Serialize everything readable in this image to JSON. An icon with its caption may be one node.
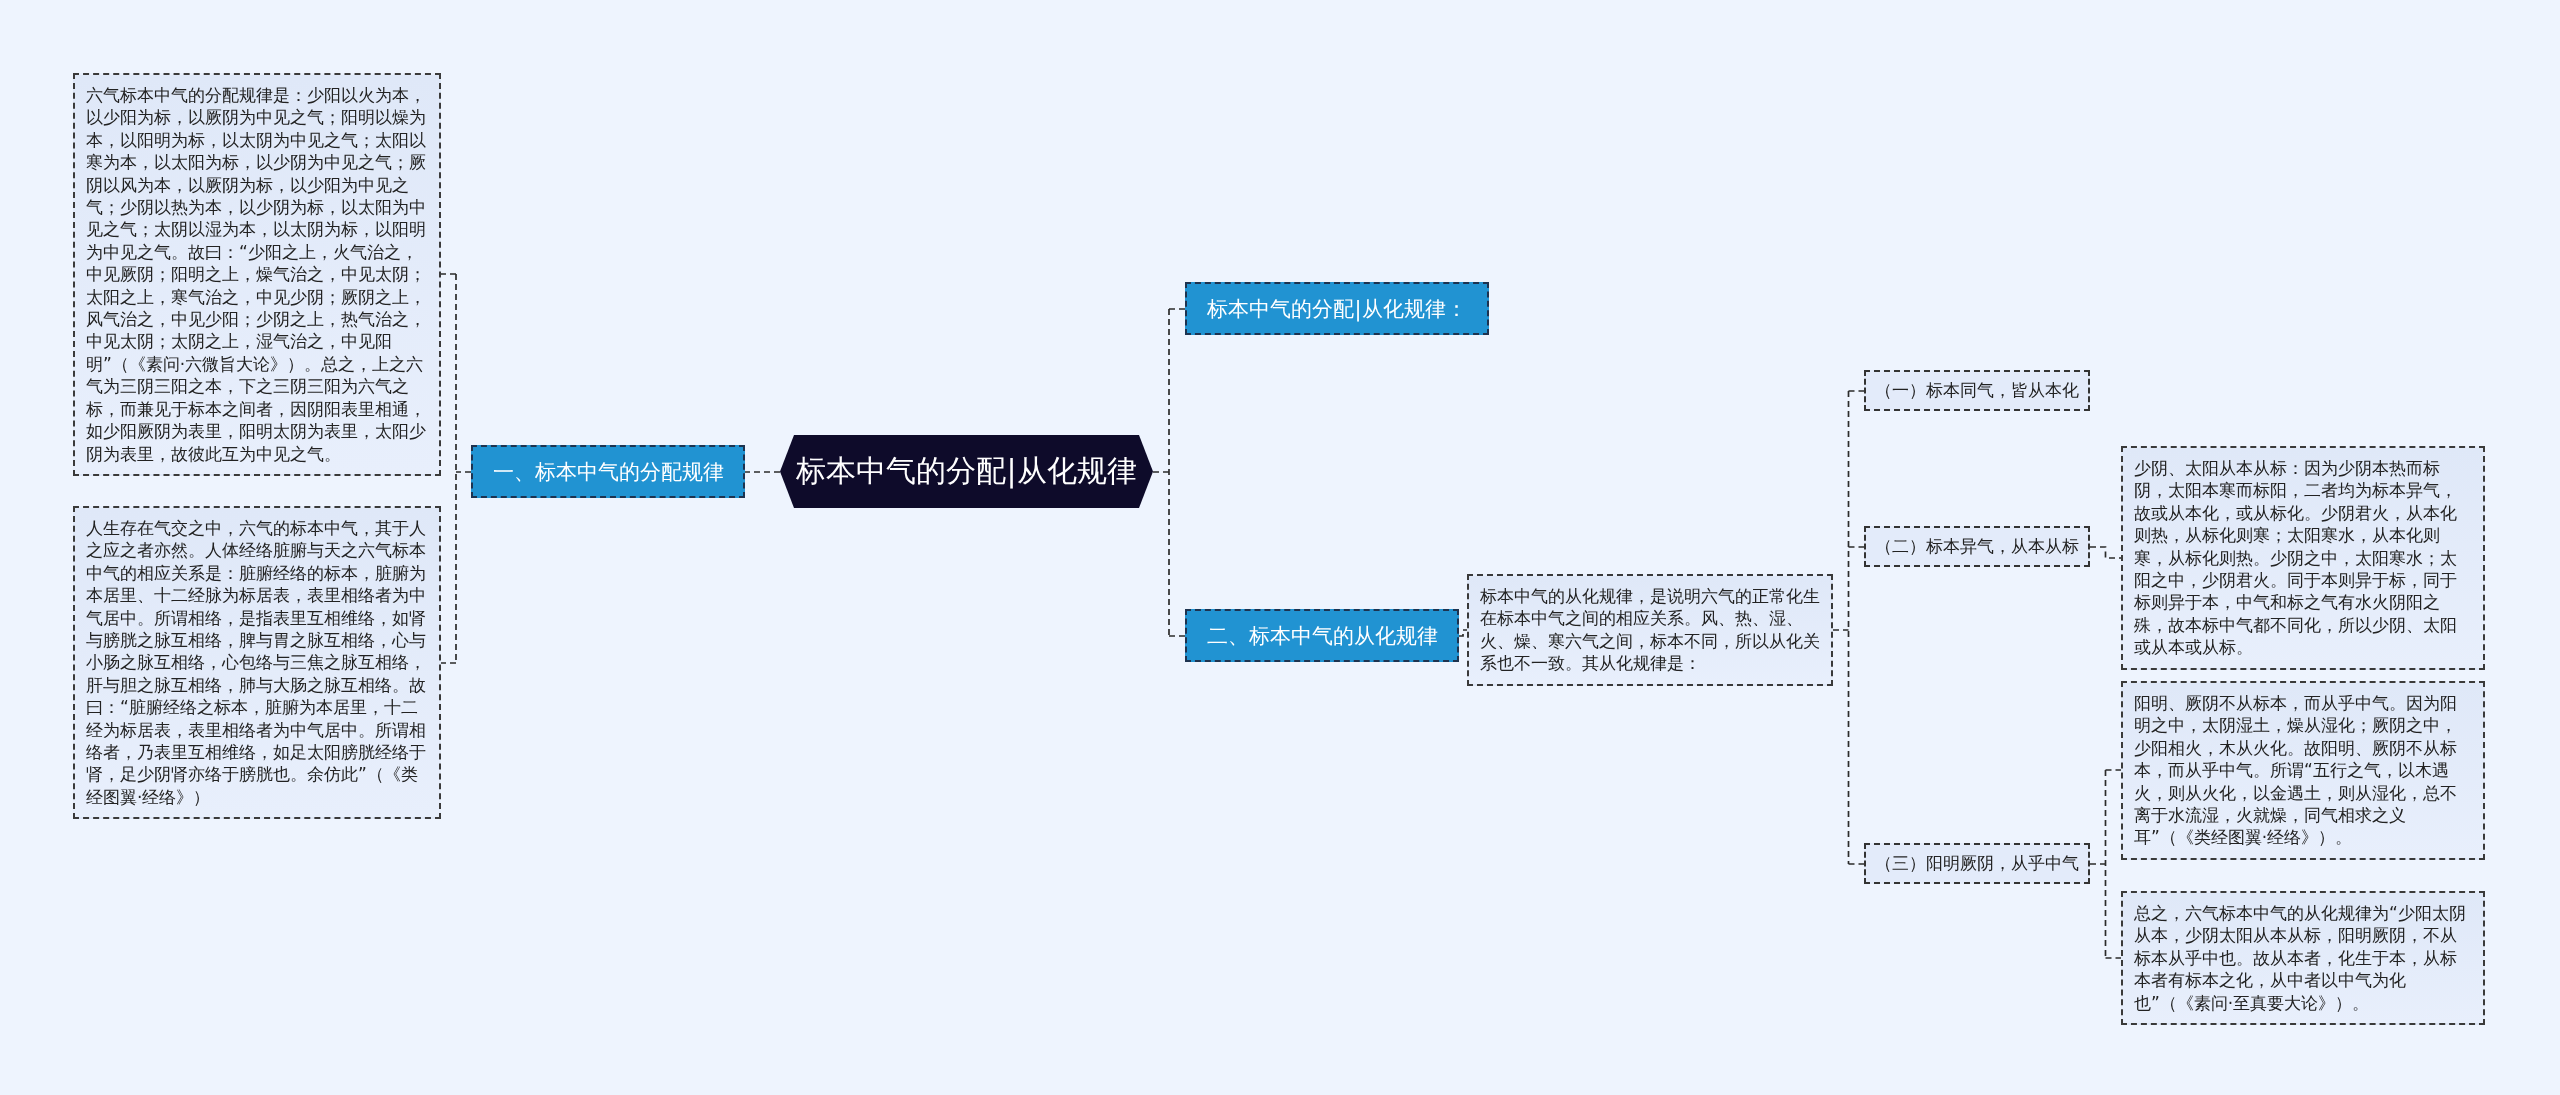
{
  "diagram": {
    "nodes": [
      {
        "text": [
          "标本中气的分配|从化规律"
        ]
      },
      {
        "text": [
          "一、标本中气的分配规律"
        ]
      },
      {
        "text": [
          "六气标本中气的分配规律是：少阳以火为本，以少阳为标，以厥阴为中见之气；阳明以燥为本，以阳明为标，以太阴为中见之气；太阳以寒为本，以太阳为标，以少阴为中见之气；厥阴以风为本，以厥阴为标，以少阳为中见之气；少阴以热为本，以少阴为标，以太阳为中见之气；太阴以湿为本，以太阴为标，以阳明为中见之气。故曰：“少阳之上，火气治之，中见厥阴；阳明之上，燥气治之，中见太阴；太阳之上，寒气治之，中见少阴；厥阴之上，风气治之，中见少阳；少阴之上，热气治之，中见太阴；太阴之上，湿气治之，中见阳明”（《素问·六微旨大论》）。总之，上之六气为三阴三阳之本，下之三阴三阳为六气之标，而兼见于标本之间者，因阴阳表里相通，如少阳厥阴为表里，阳明太阴为表里，太阳少阴为表里，故彼此互为中见之气。"
        ]
      },
      {
        "text": [
          "人生存在气交之中，六气的标本中气，其于人之应之者亦然。人体经络脏腑与天之六气标本中气的相应关系是：脏腑经络的标本，脏腑为本居里、十二经脉为标居表，表里相络者为中气居中。所谓相络，是指表里互相维络，如肾与膀胱之脉互相络，脾与胃之脉互相络，心与小肠之脉互相络，心包络与三焦之脉互相络，肝与胆之脉互相络，肺与大肠之脉互相络。故曰：“脏腑经络之标本，脏腑为本居里，十二经为标居表，表里相络者为中气居中。所谓相络者，乃表里互相维络，如足太阳膀胱经络于肾，足少阴肾亦络于膀胱也。余仿此”（《类经图翼·经络》）"
        ]
      },
      {
        "text": [
          "标本中气的分配|从化规律："
        ]
      },
      {
        "text": [
          "二、标本中气的从化规律"
        ]
      },
      {
        "text": [
          "标本中气的从化规律，是说明六气的正常化生在标本中气之间的相应关系。风、热、湿、火、燥、寒六气之间，标本不同，所以从化关系也不一致。其从化规律是："
        ]
      },
      {
        "text": [
          "（一）标本同气，皆从本化"
        ]
      },
      {
        "text": [
          "（二）标本异气，从本从标"
        ]
      },
      {
        "text": [
          "（三）阳明厥阴，从乎中气"
        ]
      },
      {
        "text": [
          "少阴、太阳从本从标：因为少阴本热而标阴，太阳本寒而标阳，二者均为标本异气，故或从本化，或从标化。少阴君火，从本化则热，从标化则寒；太阳寒水，从本化则寒，从标化则热。少阴之中，太阳寒水；太阳之中，少阴君火。同于本则异于标，同于标则异于本，中气和标之气有水火阴阳之殊，故本标中气都不同化，所以少阴、太阳或从本或从标。"
        ]
      },
      {
        "text": [
          "阳明、厥阴不从标本，而从乎中气。因为阳明之中，太阴湿土，燥从湿化；厥阴之中，少阳相火，木从火化。故阳明、厥阴不从标本，而从乎中气。所谓“五行之气，以木遇火，则从火化，以金遇土，则从湿化，总不离于水流湿，火就燥，同气相求之义耳”（《类经图翼·经络》）。"
        ]
      },
      {
        "text": [
          "总之，六气标本中气的从化规律为“少阳太阴从本，少阴太阳从本从标，阳明厥阴，不从标本从乎中也。故从本者，化生于本，从标本者有标本之化，从中者以中气为化也”（《素问·至真要大论》）。"
        ]
      }
    ],
    "edges": [
      {
        "from": 0,
        "to": 1,
        "arrow": "none",
        "style": "dashed"
      },
      {
        "from": 1,
        "to": 2,
        "arrow": "none",
        "style": "dashed"
      },
      {
        "from": 1,
        "to": 3,
        "arrow": "none",
        "style": "dashed"
      },
      {
        "from": 0,
        "to": 4,
        "arrow": "none",
        "style": "dashed"
      },
      {
        "from": 0,
        "to": 5,
        "arrow": "none",
        "style": "dashed"
      },
      {
        "from": 5,
        "to": 6,
        "arrow": "none",
        "style": "dashed"
      },
      {
        "from": 6,
        "to": 7,
        "arrow": "none",
        "style": "dashed"
      },
      {
        "from": 6,
        "to": 8,
        "arrow": "none",
        "style": "dashed"
      },
      {
        "from": 6,
        "to": 9,
        "arrow": "none",
        "style": "dashed"
      },
      {
        "from": 8,
        "to": 10,
        "arrow": "none",
        "style": "dashed"
      },
      {
        "from": 9,
        "to": 11,
        "arrow": "none",
        "style": "dashed"
      },
      {
        "from": 9,
        "to": 12,
        "arrow": "none",
        "style": "dashed"
      }
    ]
  }
}
